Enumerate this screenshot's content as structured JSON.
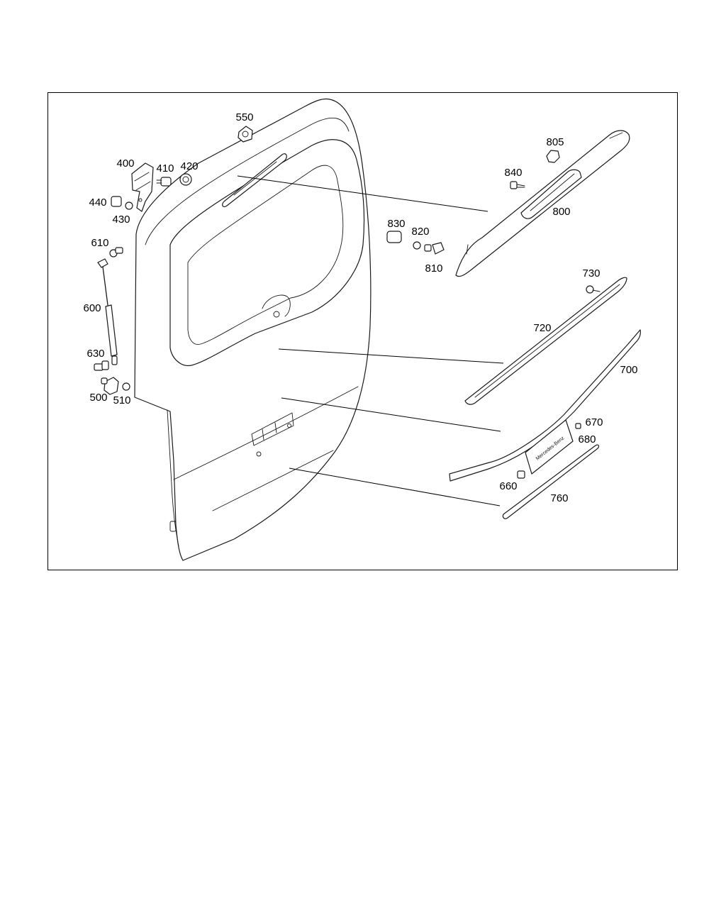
{
  "diagram": {
    "callouts": {
      "p550": "550",
      "p805": "805",
      "p400": "400",
      "p410": "410",
      "p420": "420",
      "p840": "840",
      "p440": "440",
      "p430": "430",
      "p800": "800",
      "p830": "830",
      "p820": "820",
      "p810": "810",
      "p610": "610",
      "p730": "730",
      "p600": "600",
      "p720": "720",
      "p630": "630",
      "p700": "700",
      "p500": "500",
      "p510": "510",
      "p670": "670",
      "p680": "680",
      "p660": "660",
      "p760": "760"
    },
    "badge_text": "Mercedes-Benz"
  }
}
